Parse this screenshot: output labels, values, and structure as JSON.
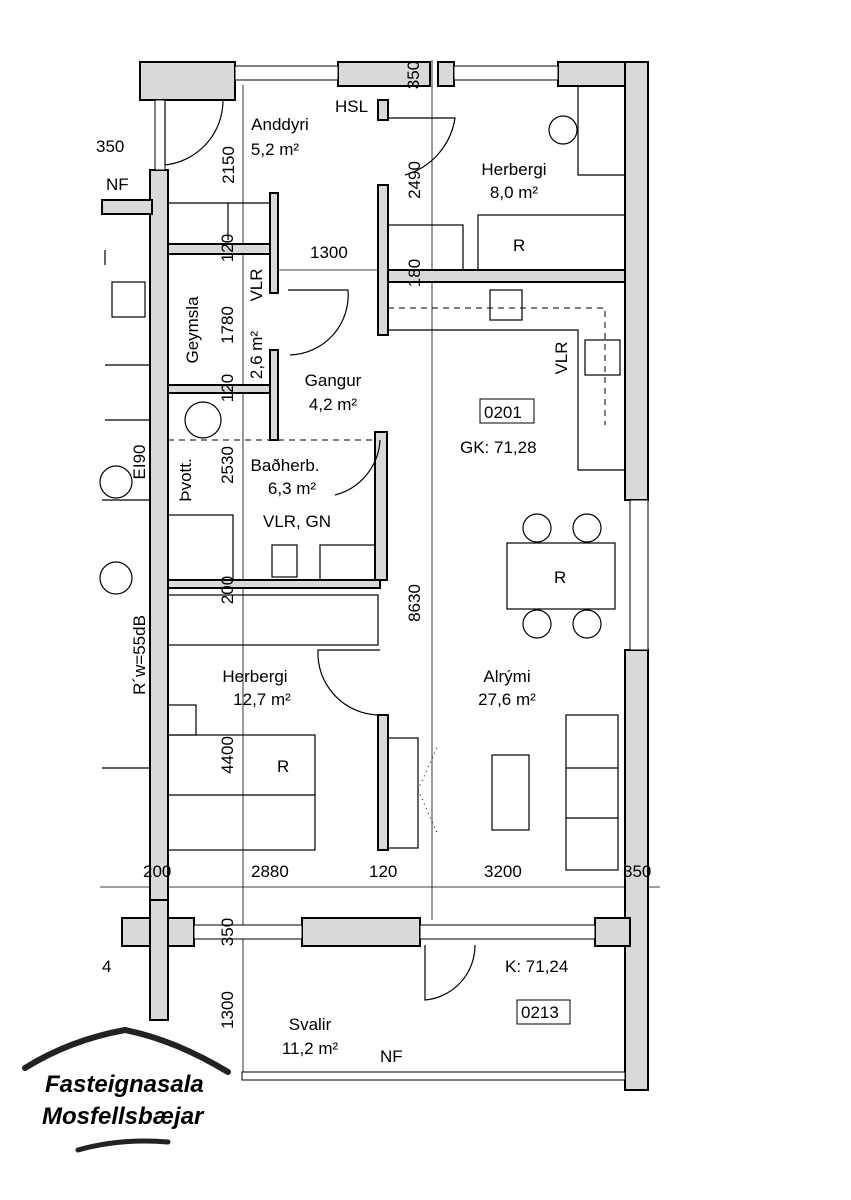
{
  "rooms": {
    "anddyri": {
      "name": "Anddyri",
      "area": "5,2 m²"
    },
    "herbergi1": {
      "name": "Herbergi",
      "area": "8,0 m²"
    },
    "geymsla": {
      "name": "Geymsla",
      "area": "2,6 m²"
    },
    "gangur": {
      "name": "Gangur",
      "area": "4,2 m²"
    },
    "badherb": {
      "name": "Baðherb.",
      "area": "6,3 m²",
      "note": "VLR, GN"
    },
    "herbergi2": {
      "name": "Herbergi",
      "area": "12,7 m²"
    },
    "alrymi": {
      "name": "Alrými",
      "area": "27,6 m²"
    },
    "svalir": {
      "name": "Svalir",
      "area": "11,2 m²"
    }
  },
  "labels": {
    "hsl": "HSL",
    "vlr_left": "VLR",
    "vlr_right": "VLR",
    "thvott": "Þvott.",
    "ei90": "EI90",
    "rw": "R´w=55dB",
    "nf_top": "NF",
    "nf_bottom": "NF",
    "r_herbergi1": "R",
    "r_dining": "R",
    "r_herbergi2": "R",
    "unit_main": "0201",
    "gk": "GK: 71,28",
    "unit_balcony": "0213",
    "k": "K: 71,24",
    "left_cut_350": "350",
    "left_cut_4": "4"
  },
  "dimensions": {
    "top_350": "350",
    "d2150": "2150",
    "d2490": "2490",
    "d120a": "120",
    "d1300": "1300",
    "d180": "180",
    "d1780": "1780",
    "d120b": "120",
    "d2530": "2530",
    "d200v": "200",
    "d8630": "8630",
    "d4400": "4400",
    "b200": "200",
    "b2880": "2880",
    "b120": "120",
    "b3200": "3200",
    "b350": "350",
    "bal350": "350",
    "bal1300": "1300"
  },
  "logo": {
    "line1": "Fasteignasala",
    "line2": "Mosfellsbæjar"
  }
}
